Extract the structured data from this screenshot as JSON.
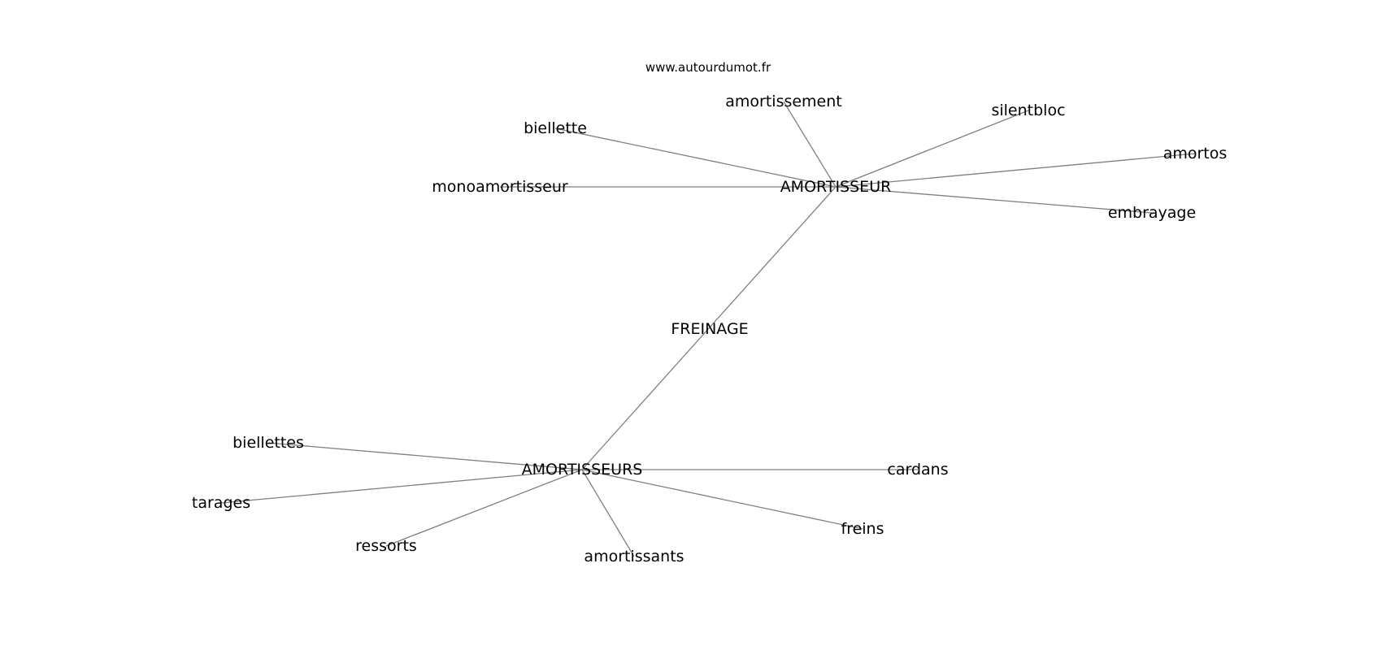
{
  "watermark": "www.autourdumot.fr",
  "nodes": [
    {
      "id": "freinage",
      "label": "FREINAGE"
    },
    {
      "id": "amortisseur",
      "label": "AMORTISSEUR"
    },
    {
      "id": "amortisseurs",
      "label": "AMORTISSEURS"
    },
    {
      "id": "amortissement",
      "label": "amortissement"
    },
    {
      "id": "biellette",
      "label": "biellette"
    },
    {
      "id": "silentbloc",
      "label": "silentbloc"
    },
    {
      "id": "amortos",
      "label": "amortos"
    },
    {
      "id": "monoamortisseur",
      "label": "monoamortisseur"
    },
    {
      "id": "embrayage",
      "label": "embrayage"
    },
    {
      "id": "biellettes",
      "label": "biellettes"
    },
    {
      "id": "tarages",
      "label": "tarages"
    },
    {
      "id": "ressorts",
      "label": "ressorts"
    },
    {
      "id": "amortissants",
      "label": "amortissants"
    },
    {
      "id": "cardans",
      "label": "cardans"
    },
    {
      "id": "freins",
      "label": "freins"
    }
  ],
  "edges": [
    [
      "amortisseur",
      "amortisseurs"
    ],
    [
      "amortisseur",
      "amortissement"
    ],
    [
      "amortisseur",
      "biellette"
    ],
    [
      "amortisseur",
      "silentbloc"
    ],
    [
      "amortisseur",
      "amortos"
    ],
    [
      "amortisseur",
      "monoamortisseur"
    ],
    [
      "amortisseur",
      "embrayage"
    ],
    [
      "amortisseurs",
      "biellettes"
    ],
    [
      "amortisseurs",
      "tarages"
    ],
    [
      "amortisseurs",
      "ressorts"
    ],
    [
      "amortisseurs",
      "amortissants"
    ],
    [
      "amortisseurs",
      "cardans"
    ],
    [
      "amortisseurs",
      "freins"
    ]
  ]
}
